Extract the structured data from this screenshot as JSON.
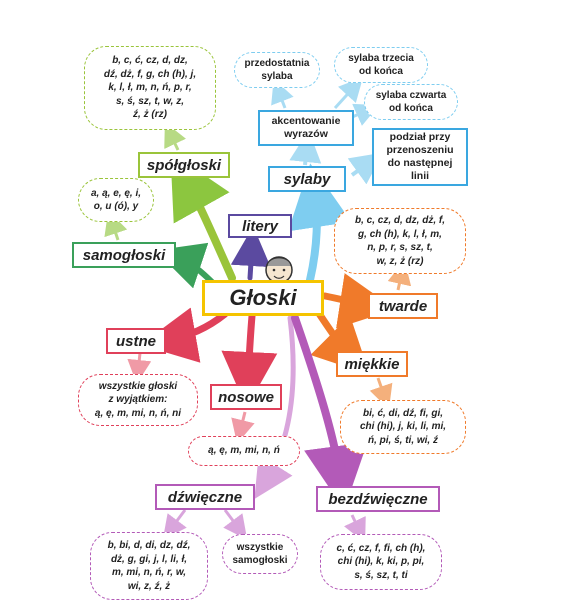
{
  "center": {
    "label": "Głoski"
  },
  "branches": {
    "litery": "litery",
    "sylaby": "sylaby",
    "spolgloski": "spółgłoski",
    "samogloski": "samogłoski",
    "twarde": "twarde",
    "miekkie": "miękkie",
    "ustne": "ustne",
    "nosowe": "nosowe",
    "dzwieczne": "dźwięczne",
    "bezdzwieczne": "bezdźwięczne"
  },
  "boxes": {
    "akcentowanie": "akcentowanie\nwyrazów",
    "podzial": "podział przy\nprzenoszeniu\ndo następnej\nlinii"
  },
  "clouds": {
    "przedostatnia": "przedostatnia\nsylaba",
    "trzecia": "sylaba trzecia\nod końca",
    "czwarta": "sylaba czwarta\nod końca",
    "spolgloski_list": "b, c, ć, cz, d, dz,\ndź, dż, f, g, ch (h), j,\nk, l, ł, m, n, ń, p, r,\ns, ś, sz, t, w, z,\nź, ż (rz)",
    "samogloski_list": "a, ą, e, ę, i,\no, u (ó), y",
    "twarde_list": "b, c, cz, d, dz, dż, f,\ng, ch (h), k, l, ł, m,\nn, p, r, s, sz, t,\nw, z, ż (rz)",
    "miekkie_list": "bi, ć, di, dź, fi, gi,\nchi (hi), j, ki, li, mi,\nń, pi, ś, ti, wi, ź",
    "ustne_list": "wszystkie głoski\nz wyjątkiem:\ną, ę, m, mi, n, ń, ni",
    "nosowe_list": "ą, ę, m, mi, n, ń",
    "dzwieczne_list": "b, bi, d, di, dz, dź,\ndż, g, gi, j, l, li, ł,\nm, mi, n, ń, r, w,\nwi, z, ź, ż",
    "wszystkie_samogloski": "wszystkie\nsamogłoski",
    "bezdzwieczne_list": "c, ć, cz, f, fi, ch (h),\nchi (hi), k, ki, p, pi,\ns, ś, sz, t, ti"
  },
  "colors": {
    "center_border": "#f5c400",
    "spolgloski": "#9ac43a",
    "samogloski": "#3aa05a",
    "litery": "#5b4aa0",
    "sylaby": "#3aa7e0",
    "twarde": "#f07a2a",
    "miekkie": "#f07a2a",
    "ustne": "#e0405a",
    "nosowe": "#e0405a",
    "dzwieczne": "#b35ab8",
    "bezdzwieczne": "#b35ab8"
  },
  "icons": {
    "mascot": "smiling-face-icon"
  }
}
